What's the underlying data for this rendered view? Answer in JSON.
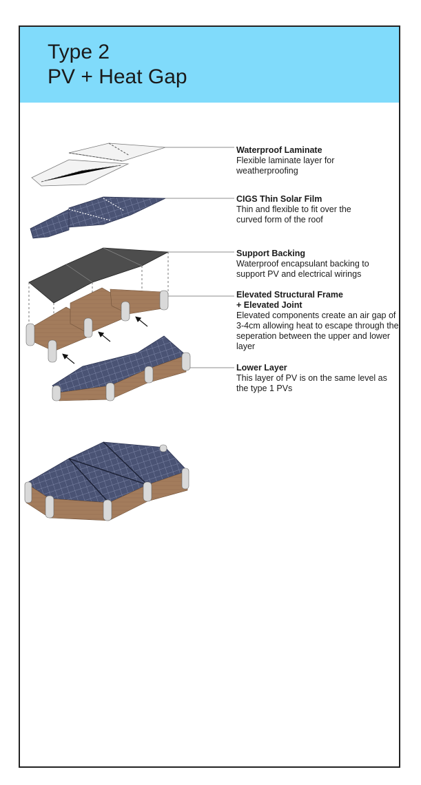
{
  "header": {
    "title_line1": "Type 2",
    "title_line2": "PV + Heat Gap",
    "background": "#80dbfb"
  },
  "layers": [
    {
      "title": "Waterproof Laminate",
      "description": "Flexible laminate layer for weatherproofing"
    },
    {
      "title": "CIGS Thin Solar Film",
      "description": "Thin and flexible to fit over the curved form of the roof"
    },
    {
      "title": "Support Backing",
      "description": "Waterproof encapsulant backing to support PV and electrical wirings"
    },
    {
      "title_line1": "Elevated Structural Frame",
      "title_line2": "+ Elevated Joint",
      "description": "Elevated components create an air gap of 3-4cm allowing heat to escape through the seperation between the upper and lower layer"
    },
    {
      "title": "Lower Layer",
      "description": "This layer of PV is on the same level as the type 1 PVs"
    }
  ],
  "colors": {
    "laminate": "#f2f2f2",
    "solar_film": "#4a5374",
    "backing": "#4d4d4d",
    "wood": "#a37c5c",
    "joint": "#d9d9d9"
  }
}
